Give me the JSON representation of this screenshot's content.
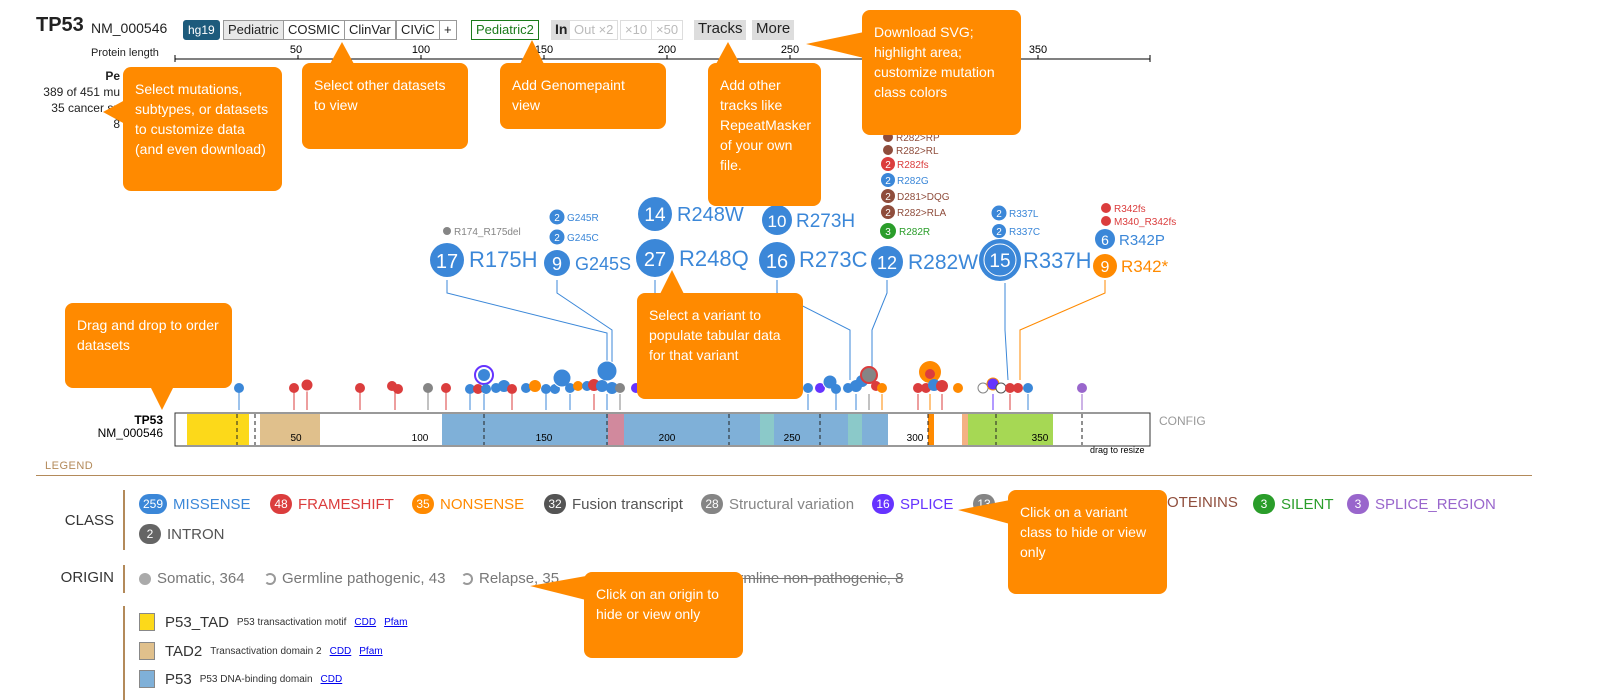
{
  "header": {
    "gene": "TP53",
    "isoform": "NM_000546",
    "genome": "hg19",
    "datasets": [
      "Pediatric",
      "COSMIC",
      "ClinVar",
      "CIViC",
      "+"
    ],
    "genomepaint": "Pediatric2",
    "zoom_in": "In",
    "zoom_out": [
      "Out ×2",
      "×10",
      "×50"
    ],
    "tracks": "Tracks",
    "more": "More"
  },
  "ruler": {
    "label": "Protein length",
    "ticks": [
      "50",
      "100",
      "150",
      "200",
      "250",
      "350"
    ]
  },
  "stats": {
    "title": "Pe",
    "line1": "389 of 451 mu",
    "line2": "35 cancer su",
    "line3": "8"
  },
  "mutation_labels": [
    {
      "count": "17",
      "name": "R175H",
      "color": "#3b87d8"
    },
    {
      "count": "9",
      "name": "G245S",
      "color": "#3b87d8"
    },
    {
      "count": "27",
      "name": "R248Q",
      "color": "#3b87d8"
    },
    {
      "count": "14",
      "name": "R248W",
      "color": "#3b87d8"
    },
    {
      "count": "16",
      "name": "R273C",
      "color": "#3b87d8"
    },
    {
      "count": "10",
      "name": "R273H",
      "color": "#3b87d8"
    },
    {
      "count": "12",
      "name": "R282W",
      "color": "#3b87d8"
    },
    {
      "count": "15",
      "name": "R337H",
      "color": "#3b87d8"
    },
    {
      "count": "6",
      "name": "R342P",
      "color": "#3b87d8"
    },
    {
      "count": "9",
      "name": "R342*",
      "color": "#ff8a00"
    }
  ],
  "small_labels": {
    "r174": "R174_R175del",
    "g245r": "G245R",
    "g245c": "G245C",
    "r282rp": "R282>RP",
    "r282rl": "R282>RL",
    "r282fs": "R282fs",
    "r282g": "R282G",
    "d281": "D281>DQG",
    "r282rla": "R282>RLA",
    "r282r": "R282R",
    "r337l": "R337L",
    "r337c": "R337C",
    "r342fs": "R342fs",
    "m340": "M340_R342fs",
    "two": "2",
    "three": "3"
  },
  "track": {
    "gene": "TP53",
    "isoform": "NM_000546",
    "config": "CONFIG",
    "resize": "drag to resize",
    "axis_labels": [
      "50",
      "100",
      "150",
      "200",
      "250",
      "300",
      "350"
    ]
  },
  "callouts": {
    "select_mutations": "Select mutations, subtypes, or datasets to customize data (and even download)",
    "other_datasets": "Select other datasets to view",
    "genomepaint": "Add Genomepaint view",
    "tracks": "Add other tracks like RepeatMasker of your own file.",
    "download": "Download SVG; highlight area; customize mutation class colors",
    "drag_drop": "Drag and drop to order datasets",
    "select_variant": "Select a variant to populate tabular data for that variant",
    "variant_class": "Click on a variant class to hide or view only",
    "origin": "Click on an origin to hide or view only"
  },
  "legend": {
    "title": "LEGEND",
    "class_label": "CLASS",
    "origin_label": "ORIGIN",
    "classes": [
      {
        "count": "259",
        "name": "MISSENSE",
        "color": "#3b87d8"
      },
      {
        "count": "48",
        "name": "FRAMESHIFT",
        "color": "#db3d3d"
      },
      {
        "count": "35",
        "name": "NONSENSE",
        "color": "#ff8a00"
      },
      {
        "count": "32",
        "name": "Fusion transcript",
        "color": "#545454"
      },
      {
        "count": "28",
        "name": "Structural variation",
        "color": "#858585"
      },
      {
        "count": "16",
        "name": "SPLICE",
        "color": "#6633ff"
      },
      {
        "count": "13",
        "name": "",
        "color": "#858585"
      },
      {
        "count": "",
        "name": "OTEININS",
        "color": "#8f4d3c"
      },
      {
        "count": "3",
        "name": "SILENT",
        "color": "#2a9d2a"
      },
      {
        "count": "3",
        "name": "SPLICE_REGION",
        "color": "#9966cc"
      },
      {
        "count": "2",
        "name": "INTRON",
        "color": "#656565"
      }
    ],
    "origins": {
      "somatic": "Somatic, 364",
      "germline_path": "Germline pathogenic, 43",
      "relapse": "Relapse, 35",
      "germline_non": "ermline non-pathogenic, 8"
    },
    "domains": [
      {
        "name": "P53_TAD",
        "desc": "P53 transactivation motif",
        "links": [
          "CDD",
          "Pfam"
        ],
        "color": "#fcd91a"
      },
      {
        "name": "TAD2",
        "desc": "Transactivation domain 2",
        "links": [
          "CDD",
          "Pfam"
        ],
        "color": "#e0c08c"
      },
      {
        "name": "P53",
        "desc": "P53 DNA-binding domain",
        "links": [
          "CDD"
        ],
        "color": "#7fb0d8"
      }
    ]
  }
}
